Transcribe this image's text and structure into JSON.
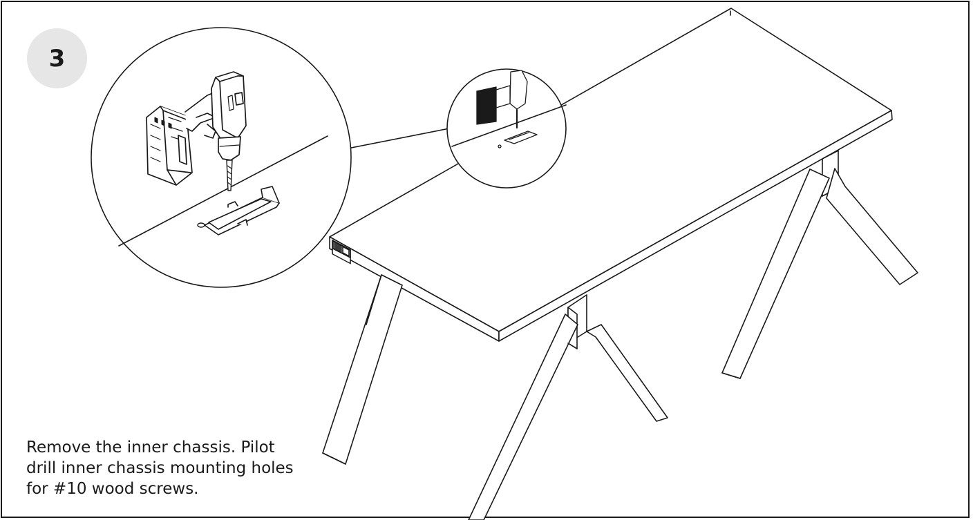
{
  "step": {
    "number": "3"
  },
  "instruction": {
    "lines": [
      "Remove the inner chassis. Pilot",
      "drill inner chassis mounting holes",
      "for #10 wood screws."
    ]
  },
  "icons": {
    "drill": "cordless-drill-icon",
    "slot": "chassis-mounting-slot-icon",
    "pilot_hole": "pilot-hole-icon",
    "detail_callout": "magnifier-callout-icon"
  },
  "colors": {
    "line": "#1a1a1a",
    "badge": "#e6e6e6",
    "background": "#ffffff"
  }
}
